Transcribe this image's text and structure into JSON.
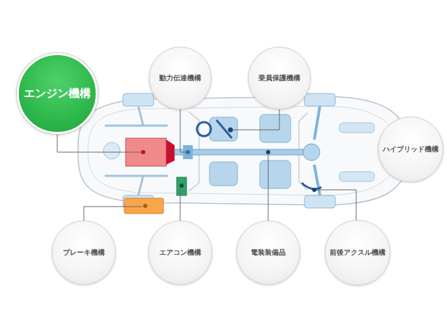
{
  "diagram": {
    "nodes": [
      {
        "text": [
          "動力伝達機構"
        ]
      },
      {
        "text": [
          "乗員保護機構"
        ]
      },
      {
        "text": [
          "エンジン機構"
        ]
      },
      {
        "text": [
          "ハイブリッド機構"
        ]
      },
      {
        "text": [
          "ブレーキ機構"
        ]
      },
      {
        "text": [
          "エアコン機構"
        ]
      },
      {
        "text": [
          "電装装備品"
        ]
      },
      {
        "text": [
          "前後アクスル機構"
        ]
      }
    ]
  }
}
